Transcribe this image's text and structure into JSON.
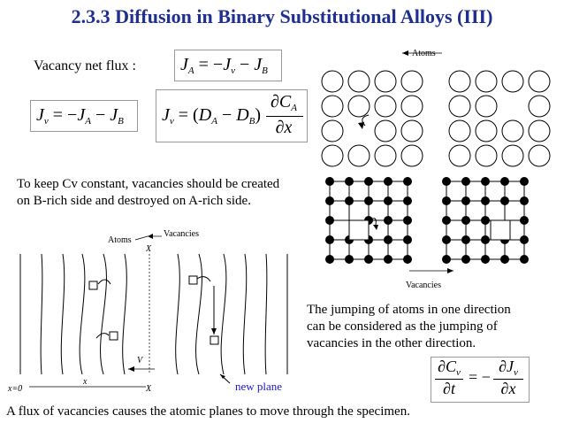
{
  "slide": {
    "title": "2.3.3 Diffusion in Binary Substitutional Alloys (III)",
    "vacancy_net_flux_label": "Vacancy net flux :",
    "keep_text_line1": "To keep Cv constant, vacancies should be created",
    "keep_text_line2": "on B-rich side and destroyed on A-rich side.",
    "jump_text_line1": "The jumping of atoms in one direction",
    "jump_text_line2": "can be considered as the jumping of",
    "jump_text_line3": "vacancies in the other direction.",
    "new_plane_label": "new plane",
    "bottom_text": "A flux of vacancies causes the atomic planes to move through the specimen."
  },
  "figure_atoms": {
    "atoms_label": "Atoms",
    "vacancies_label": "Vacancies"
  },
  "figure_planes": {
    "atoms_label": "Atoms",
    "vacancies_label": "Vacancies",
    "x_top": "X",
    "x_bottom": "X",
    "v_label": "V",
    "x_small": "x",
    "origin": "x=0"
  },
  "equations": {
    "eq1": {
      "lhs": "J",
      "lhs_sub": "A",
      "rhs1": "J",
      "rhs1_sub": "v",
      "rhs2": "J",
      "rhs2_sub": "B"
    },
    "eq2": {
      "lhs": "J",
      "lhs_sub": "v",
      "rhs1": "J",
      "rhs1_sub": "A",
      "rhs2": "J",
      "rhs2_sub": "B"
    },
    "eq3": {
      "lhs": "J",
      "lhs_sub": "v",
      "d1": "D",
      "d1_sub": "A",
      "d2": "D",
      "d2_sub": "B",
      "num": "∂C",
      "num_sub": "A",
      "den": "∂x"
    },
    "eq4": {
      "num1": "∂C",
      "num1_sub": "v",
      "den1": "∂t",
      "num2": "∂J",
      "num2_sub": "v",
      "den2": "∂x"
    }
  },
  "colors": {
    "title": "#1f2f8f",
    "new_plane": "#1a1acc"
  }
}
